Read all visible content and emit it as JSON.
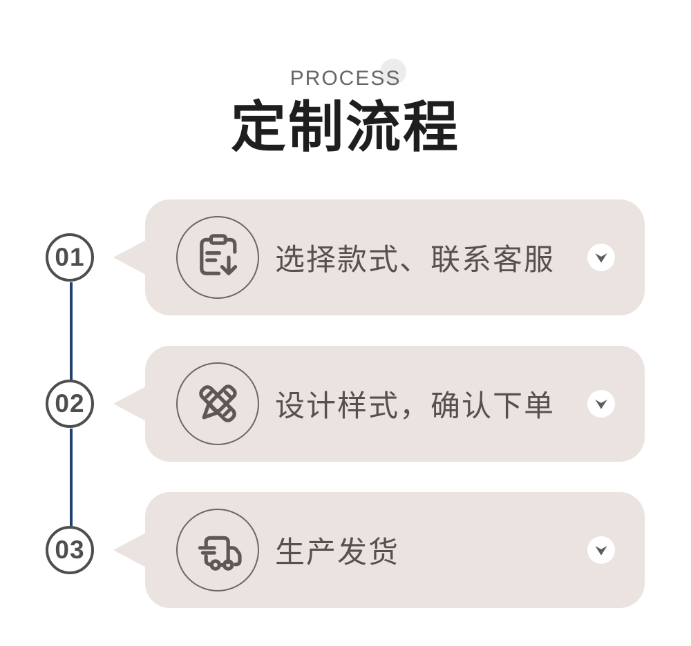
{
  "header": {
    "eyebrow": "PROCESS",
    "title": "定制流程"
  },
  "steps": [
    {
      "number": "01",
      "label": "选择款式、联系客服",
      "icon": "clipboard-download-icon",
      "expand_icon": "chevron-down-icon"
    },
    {
      "number": "02",
      "label": "设计样式，确认下单",
      "icon": "design-pencils-icon",
      "expand_icon": "chevron-down-icon"
    },
    {
      "number": "03",
      "label": "生产发货",
      "icon": "delivery-truck-icon",
      "expand_icon": "chevron-down-icon"
    }
  ],
  "colors": {
    "card_background": "#eae3e0",
    "connector_line": "#20406e",
    "step_text": "#56514d",
    "title_text": "#1e1e1e",
    "eyebrow_text": "#666666",
    "eyebrow_dot": "#ececec",
    "icon_stroke": "#5d5853",
    "number_circle": "#4e4e4e",
    "chevron": "#5b5b5b",
    "expand_button_background": "#ffffff"
  }
}
